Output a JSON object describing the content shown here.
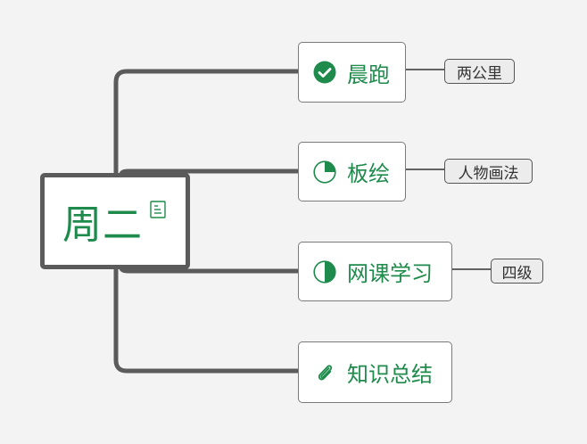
{
  "root": {
    "label": "周二",
    "icon": "note-icon"
  },
  "branches": [
    {
      "label": "晨跑",
      "icon": "checkmark-circle-icon",
      "note": "两公里"
    },
    {
      "label": "板绘",
      "icon": "progress-quarter-icon",
      "progress": 0.25,
      "note": "人物画法"
    },
    {
      "label": "网课学习",
      "icon": "progress-half-icon",
      "progress": 0.5,
      "note": "四级"
    },
    {
      "label": "知识总结",
      "icon": "paperclip-icon"
    }
  ],
  "colors": {
    "accent": "#1e8a4c",
    "connector": "#5b5b5b",
    "background": "#f3f3f3"
  }
}
